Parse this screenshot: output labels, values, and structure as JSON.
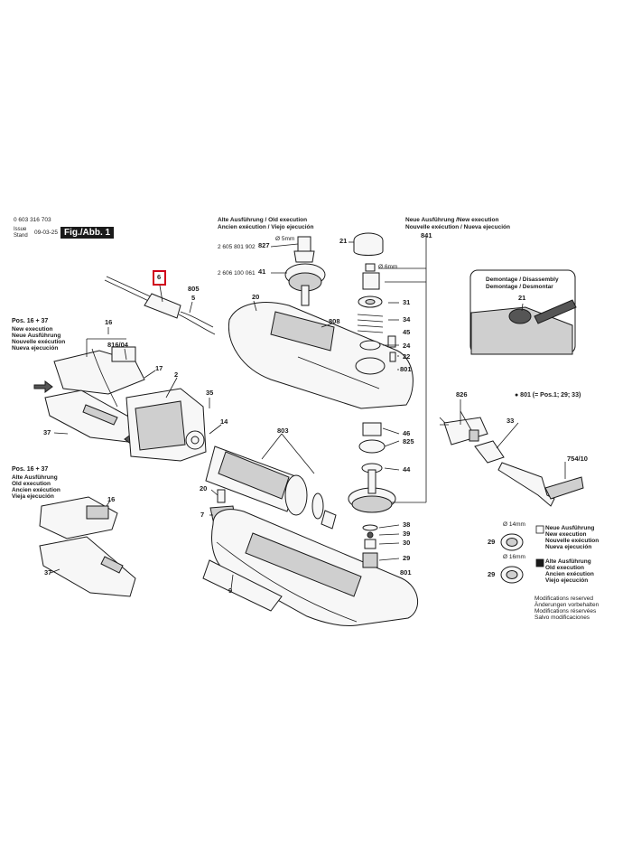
{
  "header": {
    "part_number": "0 603 316 703",
    "issue_label": "Issue\nStand",
    "issue_date": "09-03-25",
    "figure_label": "Fig./Abb. 1"
  },
  "top_left_block": {
    "title": "Pos. 16 + 37",
    "lines": [
      "New execution",
      "Neue Ausführung",
      "Nouvelle exécution",
      "Nueva ejecución"
    ]
  },
  "lower_left_block": {
    "title": "Pos. 16 + 37",
    "lines": [
      "Alte Ausführung",
      "Old execution",
      "Ancien exécution",
      "Vieja ejecución"
    ]
  },
  "old_exec_header": [
    "Alte Ausführung / Old execution",
    "Ancien exécution / Viejo ejecución"
  ],
  "new_exec_header": [
    "Neue Ausführung /New execution",
    "Nouvelle exécution / Nueva ejecución"
  ],
  "part_codes": {
    "code_827": "2 605 801 902",
    "code_41": "2 606 100 061",
    "dia_5": "Ø 5mm",
    "dia_6": "Ø 6mm"
  },
  "disassembly": {
    "title1": "Demontage / Disassembly",
    "title2": "Demontage / Desmontar",
    "part": "21"
  },
  "pos801_note": "● 801 (= Pos.1; 29; 33)",
  "legend": {
    "new": {
      "dia": "Ø 14mm",
      "num": "29",
      "lines": [
        "Neue Ausführung",
        "New execution",
        "Nouvelle exécution",
        "Nueva ejecución"
      ]
    },
    "old": {
      "dia": "Ø 16mm",
      "num": "29",
      "lines": [
        "Alte Ausführung",
        "Old execution",
        "Ancien exécution",
        "Viejo ejecución"
      ]
    }
  },
  "modifications": [
    "Modifications reserved",
    "Änderungen vorbehalten",
    "Modifications réservées",
    "Salvo modificaciones"
  ],
  "callouts": {
    "c6": "6",
    "c805": "805",
    "c5": "5",
    "c16a": "16",
    "c816": "816/04",
    "c17": "17",
    "c2": "2",
    "c37a": "37",
    "c20a": "20",
    "c808": "808",
    "c35": "35",
    "c14": "14",
    "c803": "803",
    "c20b": "20",
    "c7": "7",
    "c9": "9",
    "c16b": "16",
    "c37b": "37",
    "c827": "827",
    "c41": "41",
    "c21": "21",
    "c841": "841",
    "c31": "31",
    "c34": "34",
    "c45": "45",
    "c24": "24",
    "c22": "22",
    "c801a": "801",
    "c46": "46",
    "c825": "825",
    "c44": "44",
    "c38": "38",
    "c39": "39",
    "c30": "30",
    "c29": "29",
    "c801b": "801",
    "c826": "826",
    "c33": "33",
    "c754": "754/10"
  }
}
